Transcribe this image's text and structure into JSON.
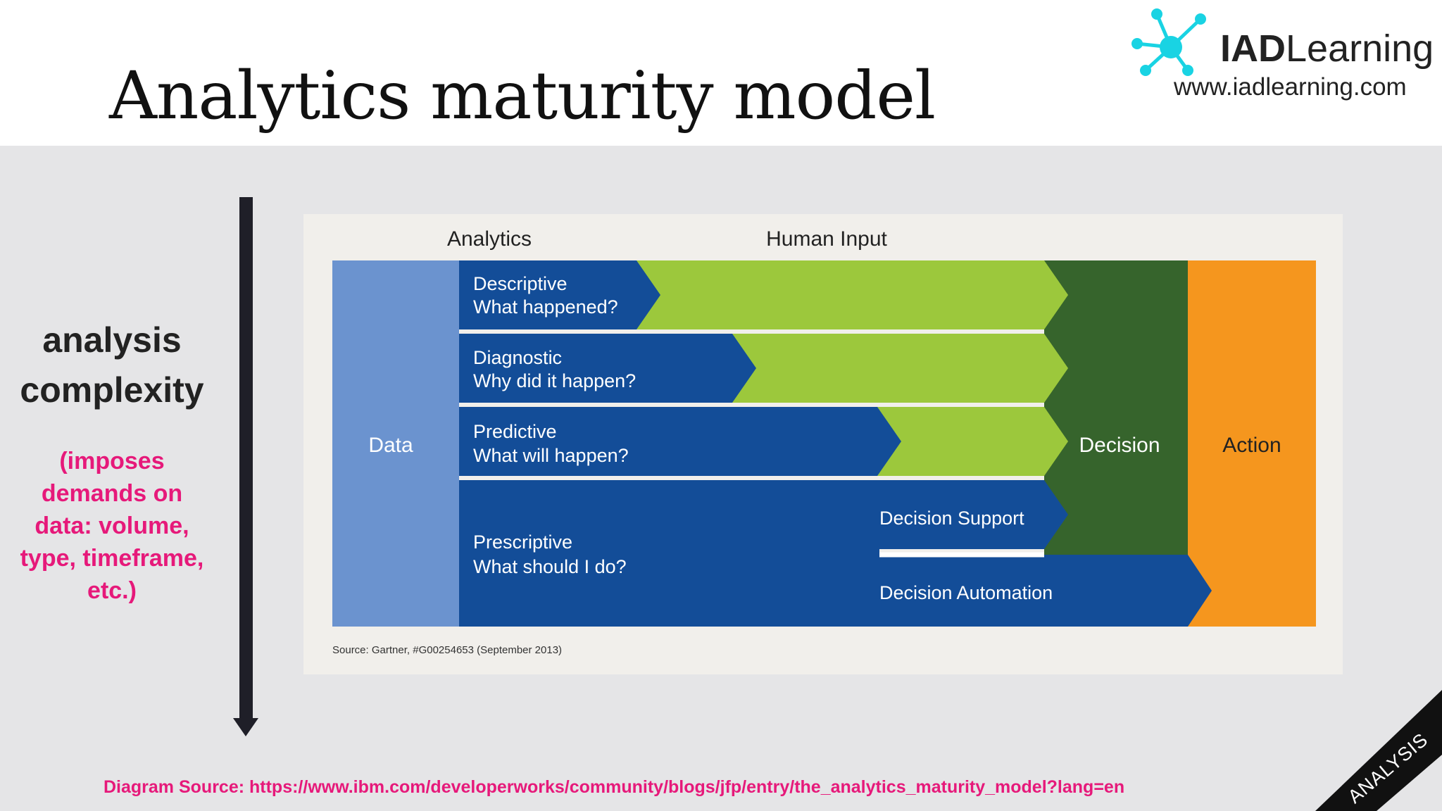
{
  "slide": {
    "title": "Analytics maturity model",
    "side_label_line1": "analysis",
    "side_label_line2": "complexity",
    "side_note_lines": [
      "(imposes",
      "demands on",
      "data: volume,",
      "type, timeframe,",
      "etc.)"
    ],
    "footer": "Diagram Source: https://www.ibm.com/developerworks/community/blogs/jfp/entry/the_analytics_maturity_model?lang=en",
    "ribbon_label": "ANALYSIS"
  },
  "logo": {
    "brand_bold": "IAD",
    "brand_rest": "Learning",
    "url": "www.iadlearning.com",
    "icon": "molecule-icon",
    "icon_color": "#19d3e3"
  },
  "diagram": {
    "header_analytics": "Analytics",
    "header_human_input": "Human Input",
    "data_label": "Data",
    "decision_label": "Decision",
    "action_label": "Action",
    "rows": [
      {
        "title": "Descriptive",
        "subtitle": "What happened?"
      },
      {
        "title": "Diagnostic",
        "subtitle": "Why did it happen?"
      },
      {
        "title": "Predictive",
        "subtitle": "What will happen?"
      },
      {
        "title": "Prescriptive",
        "subtitle": "What should I do?"
      }
    ],
    "decision_support": "Decision Support",
    "decision_automation": "Decision Automation",
    "source": "Source: Gartner, #G00254653 (September 2013)",
    "colors": {
      "data": "#6b93cf",
      "analytics": "#134d98",
      "human_input": "#9cc83c",
      "decision": "#36642c",
      "action": "#f5961e"
    }
  }
}
